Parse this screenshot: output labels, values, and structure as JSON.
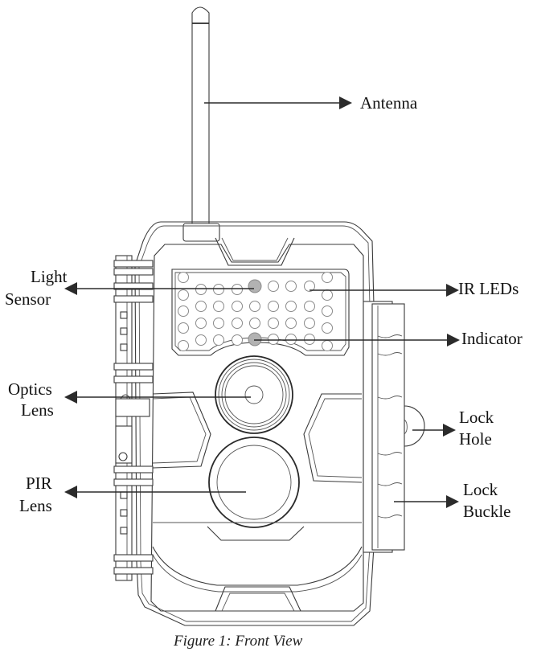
{
  "figure": {
    "caption": "Figure 1: Front View",
    "subject": "Trail camera front view"
  },
  "labels": {
    "antenna": "Antenna",
    "light_sensor": [
      "Light",
      "Sensor"
    ],
    "ir_leds": "IR LEDs",
    "indicator": "Indicator",
    "optics_lens": [
      "Optics",
      "Lens"
    ],
    "pir_lens": [
      "PIR",
      "Lens"
    ],
    "lock_hole": [
      "Lock",
      "Hole"
    ],
    "lock_buckle": [
      "Lock",
      "Buckle"
    ]
  },
  "colors": {
    "line": "#3a3a3a",
    "arrow": "#2b2b2b",
    "highlighted_led": "#b2b2b2",
    "background": "#ffffff"
  },
  "led_panel": {
    "rows": 5,
    "highlighted": [
      "light-sensor",
      "indicator"
    ]
  }
}
